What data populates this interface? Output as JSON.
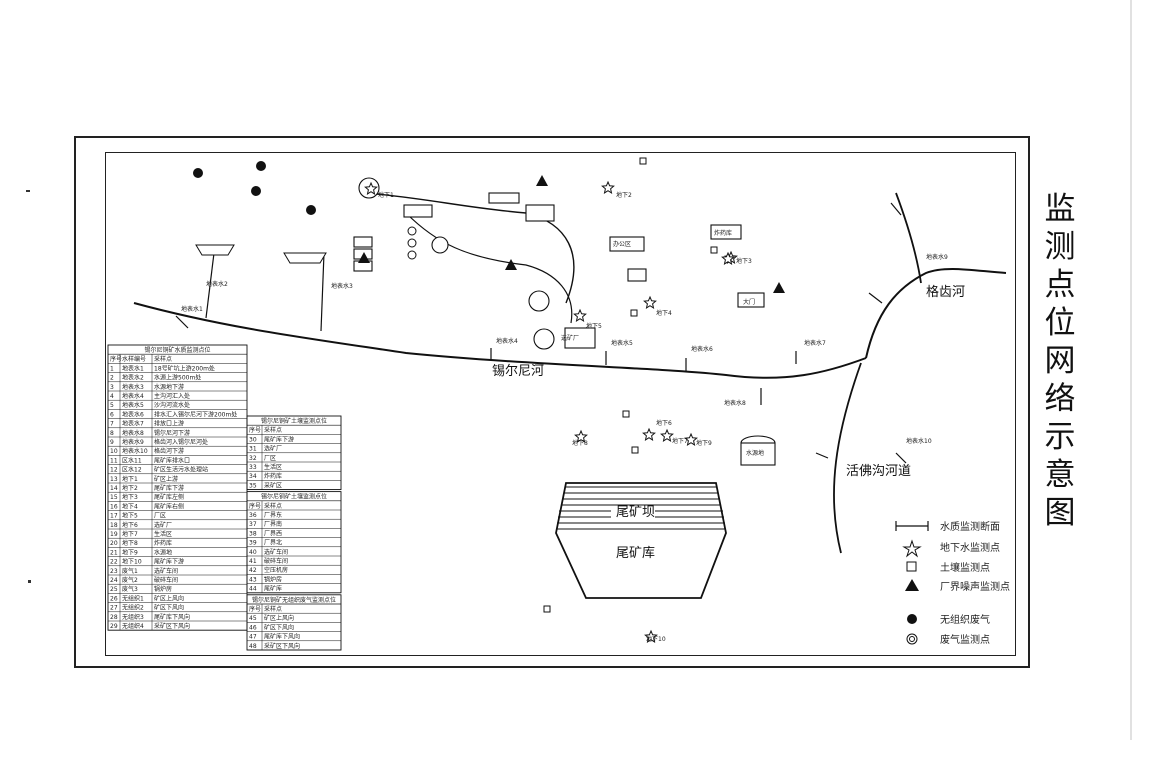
{
  "title": "监测点位网络示意图",
  "rivers": {
    "main": "锡尔尼河",
    "east": "格齿河",
    "road": "活佛沟河道"
  },
  "tailings": {
    "dam": "尾矿坝",
    "pond": "尾矿库"
  },
  "legend": [
    {
      "symbol": "section",
      "label": "水质监测断面"
    },
    {
      "symbol": "star",
      "label": "地下水监测点"
    },
    {
      "symbol": "square",
      "label": "土壤监测点"
    },
    {
      "symbol": "triangle",
      "label": "厂界噪声监测点"
    },
    {
      "symbol": "dot",
      "label": "无组织废气"
    },
    {
      "symbol": "ring",
      "label": "废气监测点"
    }
  ],
  "tables": {
    "water": {
      "title": "锡尔尼铜矿水质监测点位",
      "headers": [
        "序号",
        "水样编号",
        "采样点"
      ],
      "rows": [
        [
          "1",
          "地表水1",
          "18号矿坑上游200m处"
        ],
        [
          "2",
          "地表水2",
          "水源上游500m处"
        ],
        [
          "3",
          "地表水3",
          "水源地下游"
        ],
        [
          "4",
          "地表水4",
          "主沟河汇入处"
        ],
        [
          "5",
          "地表水5",
          "沙沟河流水处"
        ],
        [
          "6",
          "地表水6",
          "排水汇入锡尔尼河下游200m处"
        ],
        [
          "7",
          "地表水7",
          "排放口上游"
        ],
        [
          "8",
          "地表水8",
          "锡尔尼河下游"
        ],
        [
          "9",
          "地表水9",
          "格齿河入锡尔尼河处"
        ],
        [
          "10",
          "地表水10",
          "格齿河下游"
        ],
        [
          "11",
          "区水11",
          "尾矿库排水口"
        ],
        [
          "12",
          "区水12",
          "矿区生活污水处理站"
        ],
        [
          "13",
          "地下1",
          "矿区上游"
        ],
        [
          "14",
          "地下2",
          "尾矿库下游"
        ],
        [
          "15",
          "地下3",
          "尾矿库左侧"
        ],
        [
          "16",
          "地下4",
          "尾矿库右侧"
        ],
        [
          "17",
          "地下5",
          "厂区"
        ],
        [
          "18",
          "地下6",
          "选矿厂"
        ],
        [
          "19",
          "地下7",
          "生活区"
        ],
        [
          "20",
          "地下8",
          "炸药库"
        ],
        [
          "21",
          "地下9",
          "水源地"
        ],
        [
          "22",
          "地下10",
          "尾矿库下游"
        ],
        [
          "23",
          "废气1",
          "选矿车间"
        ],
        [
          "24",
          "废气2",
          "破碎车间"
        ],
        [
          "25",
          "废气3",
          "锅炉房"
        ],
        [
          "26",
          "无组织1",
          "矿区上风向"
        ],
        [
          "27",
          "无组织2",
          "矿区下风向"
        ],
        [
          "28",
          "无组织3",
          "尾矿库下风向"
        ],
        [
          "29",
          "无组织4",
          "采矿区下风向"
        ]
      ]
    },
    "soil": {
      "title": "锡尔尼铜矿土壤监测点位",
      "headers": [
        "序号",
        "采样点"
      ],
      "rows": [
        [
          "30",
          "尾矿库下游"
        ],
        [
          "31",
          "选矿厂"
        ],
        [
          "32",
          "厂区"
        ],
        [
          "33",
          "生活区"
        ],
        [
          "34",
          "炸药库"
        ],
        [
          "35",
          "采矿区"
        ]
      ]
    },
    "noise": {
      "title": "锡尔尼铜矿土壤监测点位",
      "headers": [
        "序号",
        "采样点"
      ],
      "rows": [
        [
          "36",
          "厂界东"
        ],
        [
          "37",
          "厂界南"
        ],
        [
          "38",
          "厂界西"
        ],
        [
          "39",
          "厂界北"
        ],
        [
          "40",
          "选矿车间"
        ],
        [
          "41",
          "破碎车间"
        ],
        [
          "42",
          "空压机房"
        ],
        [
          "43",
          "锅炉房"
        ],
        [
          "44",
          "尾矿库"
        ]
      ]
    },
    "gas": {
      "title": "锡尔尼铜矿无组织废气监测点位",
      "headers": [
        "序号",
        "采样点"
      ],
      "rows": [
        [
          "45",
          "矿区上风向"
        ],
        [
          "46",
          "矿区下风向"
        ],
        [
          "47",
          "尾矿库下风向"
        ],
        [
          "48",
          "采矿区下风向"
        ]
      ]
    }
  },
  "map_labels": {
    "stars": [
      "地下1",
      "地下2",
      "地下3",
      "地下4",
      "地下5",
      "地下6",
      "地下7",
      "地下8",
      "地下9",
      "地下10"
    ],
    "sections": [
      "地表水1",
      "地表水2",
      "地表水3",
      "地表水4",
      "地表水5",
      "地表水6",
      "地表水7",
      "地表水8",
      "地表水9",
      "地表水10"
    ],
    "buildings": [
      "选矿厂",
      "尾矿库",
      "办公区",
      "水源地",
      "炸药库",
      "大门"
    ]
  }
}
